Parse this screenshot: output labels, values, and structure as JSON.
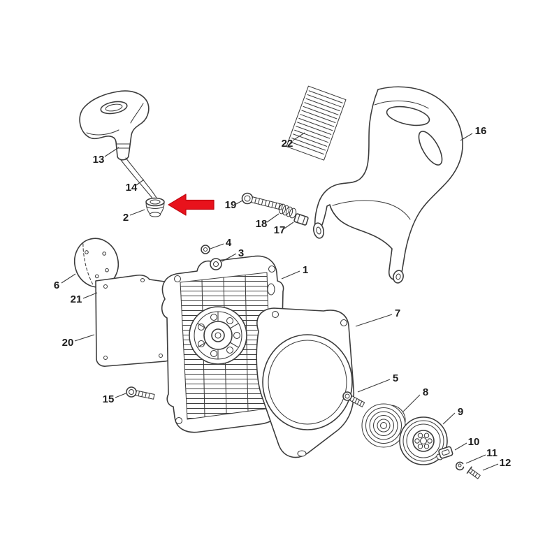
{
  "diagram": {
    "colors": {
      "background": "#ffffff",
      "line": "#3c3c3c",
      "label": "#1c1c1c",
      "arrow": "#e8121c",
      "arrow_edge": "#c00812"
    },
    "parts": [
      {
        "label": "1",
        "name": "fan-housing"
      },
      {
        "label": "2",
        "name": "grommet"
      },
      {
        "label": "3",
        "name": "washer"
      },
      {
        "label": "4",
        "name": "nut"
      },
      {
        "label": "5",
        "name": "screw-plug"
      },
      {
        "label": "6",
        "name": "cover-plate"
      },
      {
        "label": "7",
        "name": "fan-cover"
      },
      {
        "label": "8",
        "name": "rewind-spring"
      },
      {
        "label": "9",
        "name": "rope-rotor"
      },
      {
        "label": "10",
        "name": "pawl"
      },
      {
        "label": "11",
        "name": "clip"
      },
      {
        "label": "12",
        "name": "small-screw"
      },
      {
        "label": "13",
        "name": "starter-grip"
      },
      {
        "label": "14",
        "name": "starter-rope"
      },
      {
        "label": "15",
        "name": "screw"
      },
      {
        "label": "16",
        "name": "handlebar-frame"
      },
      {
        "label": "17",
        "name": "sleeve"
      },
      {
        "label": "18",
        "name": "spring"
      },
      {
        "label": "19",
        "name": "collar-screw"
      },
      {
        "label": "20",
        "name": "gasket"
      },
      {
        "label": "21",
        "name": "screw"
      },
      {
        "label": "22",
        "name": "information-label"
      }
    ],
    "highlight": {
      "arrow_points_to_part": "2"
    }
  }
}
